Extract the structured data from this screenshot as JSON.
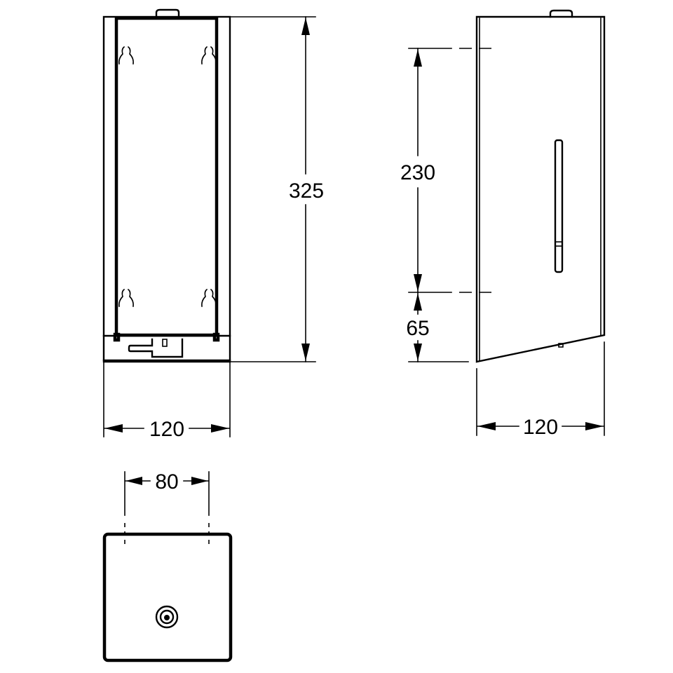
{
  "drawing": {
    "type": "technical-dimension-drawing",
    "units": "mm",
    "views": {
      "front": {
        "height_label": "325",
        "width_label": "120"
      },
      "side": {
        "upper_label": "230",
        "lower_label": "65",
        "width_label": "120"
      },
      "bottom": {
        "spacing_label": "80"
      }
    },
    "colors": {
      "line": "#000000",
      "background": "#ffffff"
    }
  }
}
